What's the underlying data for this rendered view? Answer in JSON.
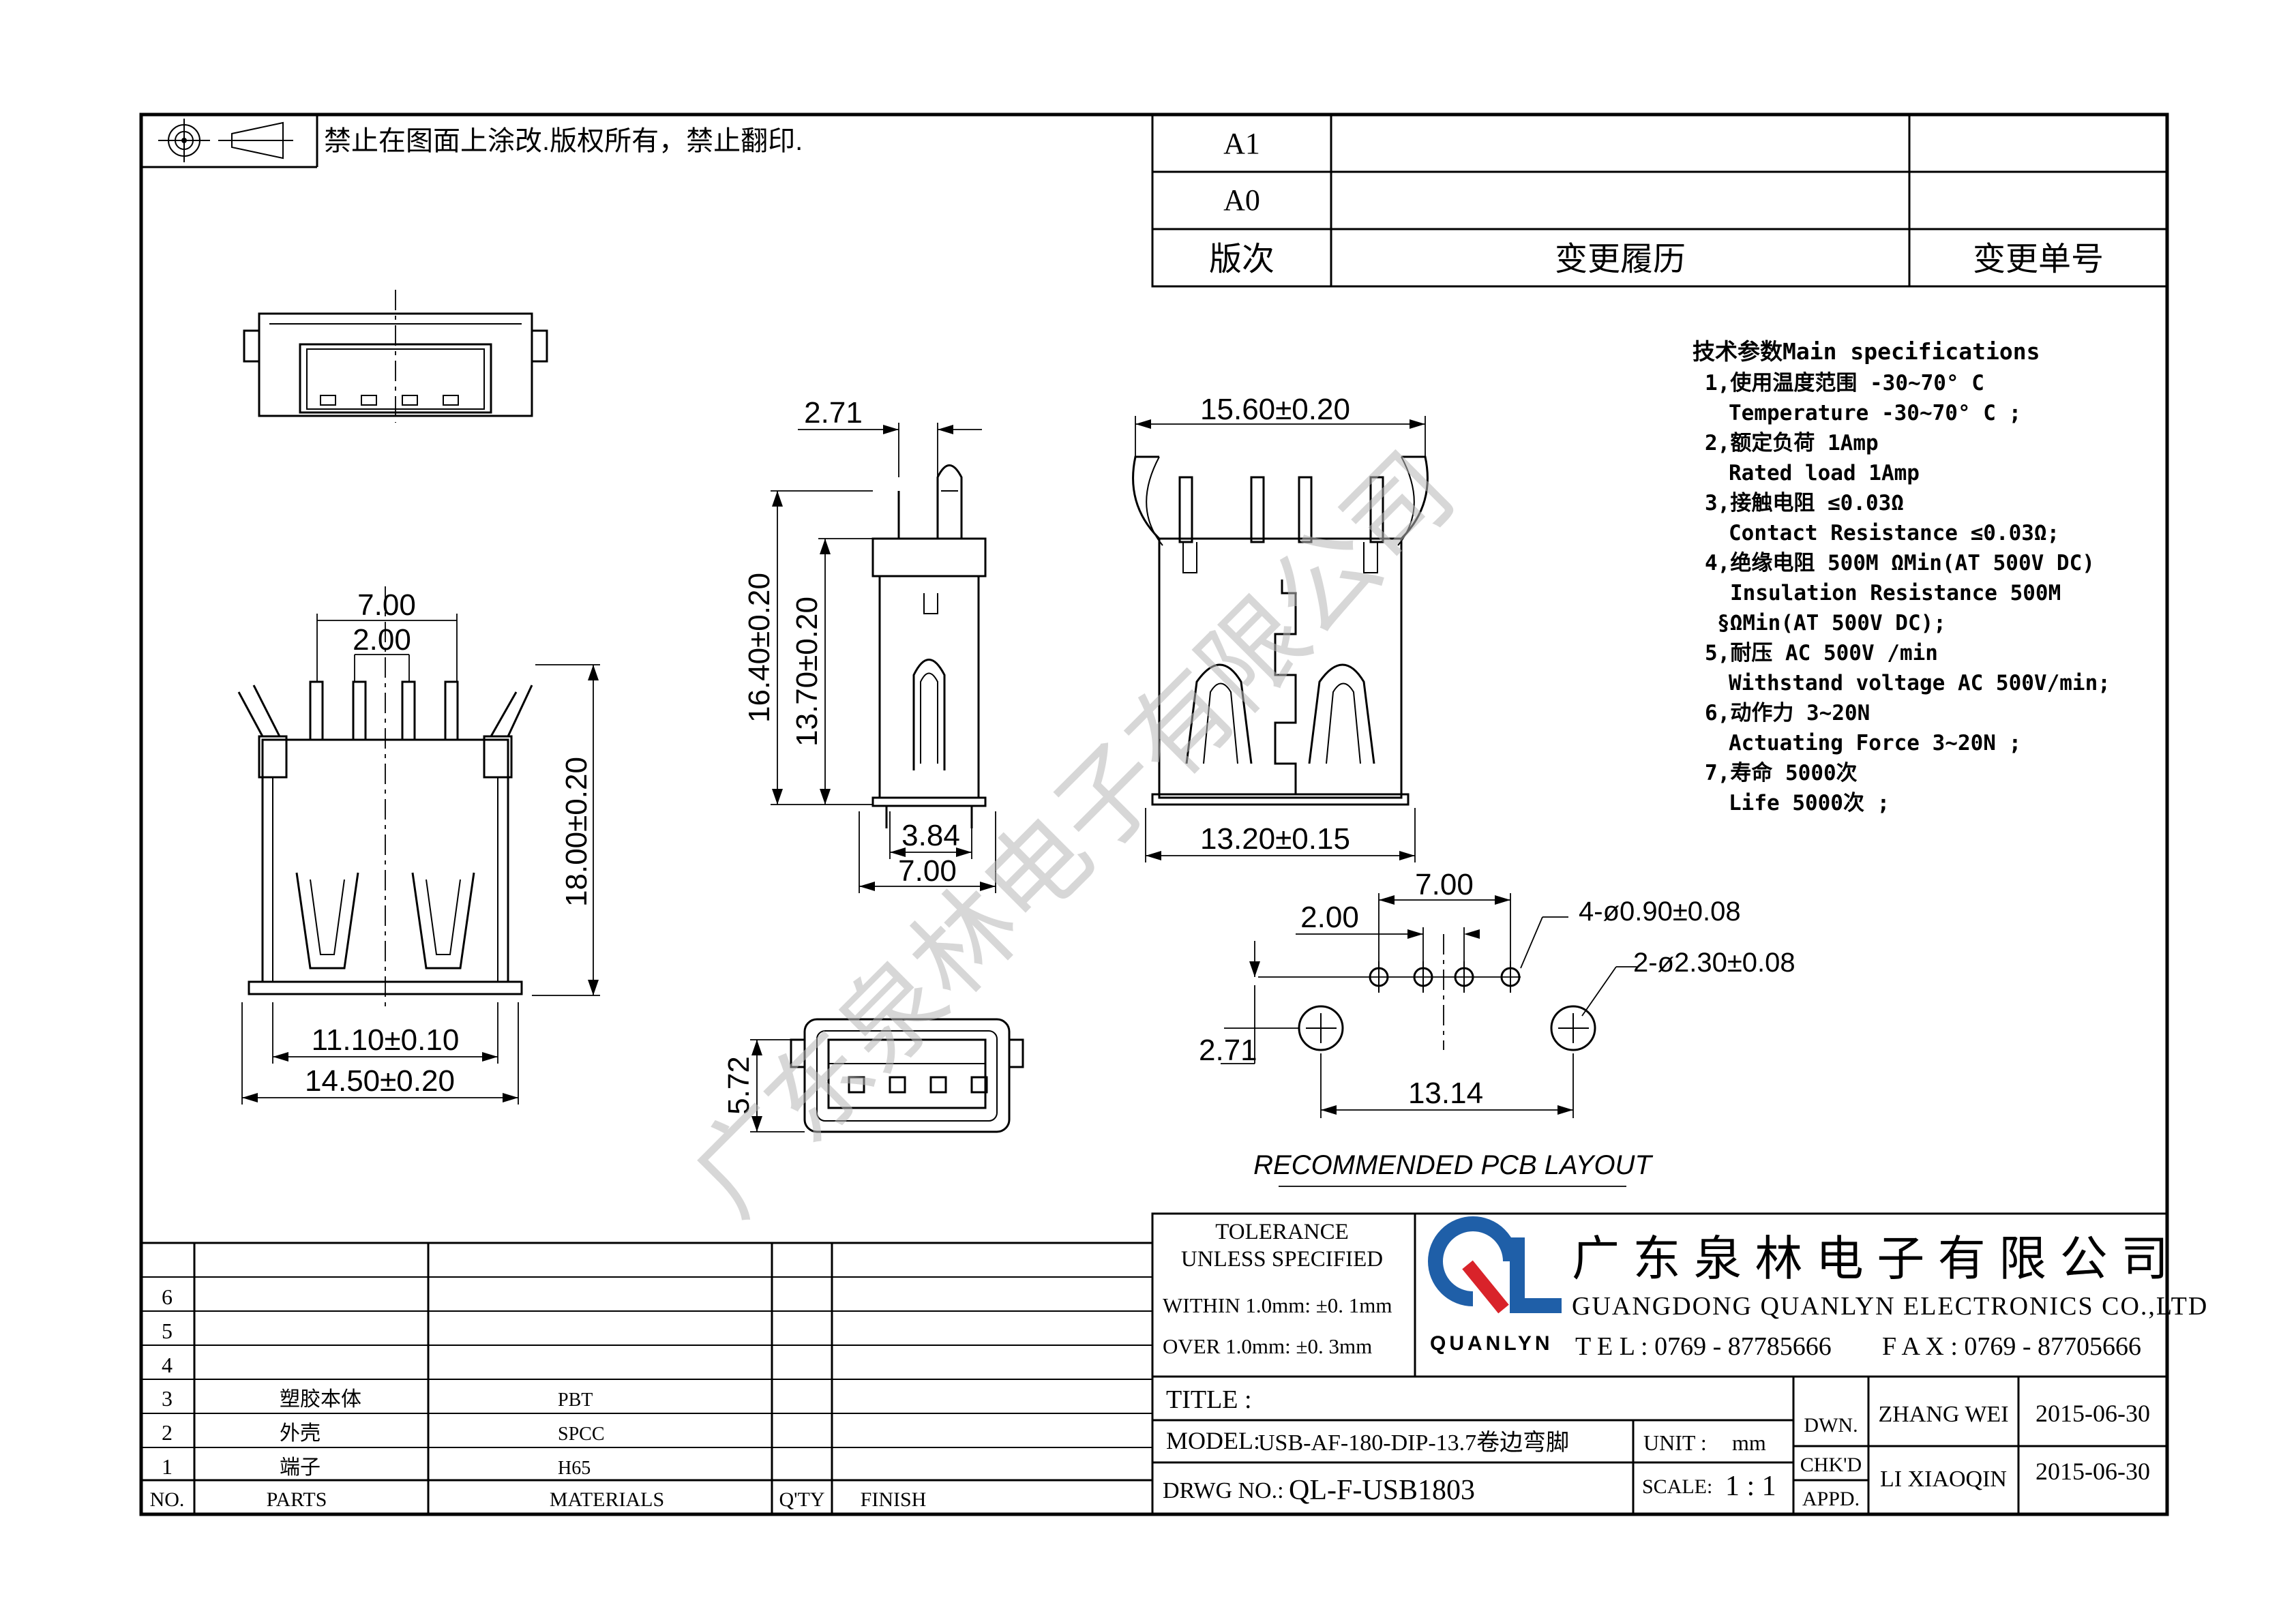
{
  "header": {
    "notice": "禁止在图面上涂改.版权所有，禁止翻印.",
    "rev_rows": [
      {
        "version": "A1",
        "history": "",
        "number": ""
      },
      {
        "version": "A0",
        "history": "",
        "number": ""
      }
    ],
    "rev_header": {
      "version": "版次",
      "history": "变更履历",
      "number": "变更单号"
    }
  },
  "dims": {
    "top_view": {
      "pitch_outer": "7.00",
      "pitch_inner": "2.00",
      "height": "18.00±0.20",
      "inner_width": "11.10±0.10",
      "outer_width": "14.50±0.20"
    },
    "side_view": {
      "tab": "2.71",
      "total_height": "16.40±0.20",
      "body_height": "13.70±0.20",
      "base": "3.84",
      "depth": "7.00"
    },
    "back_view": {
      "top_width": "15.60±0.20",
      "bottom_width": "13.20±0.15"
    },
    "front_view": {
      "height": "5.72"
    },
    "pcb": {
      "pitch_outer": "7.00",
      "pitch_inner": "2.00",
      "holes_small": "4-ø0.90±0.08",
      "holes_large": "2-ø2.30±0.08",
      "offset": "2.71",
      "span": "13.14",
      "title": "RECOMMENDED PCB LAYOUT"
    }
  },
  "specs": {
    "title": "技术参数Main specifications",
    "lines": [
      "1,使用温度范围 -30~70° C",
      "Temperature -30~70° C ;",
      "2,额定负荷  1Amp",
      "Rated load   1Amp",
      "3,接触电阻 ≤0.03Ω",
      "Contact Resistance ≤0.03Ω;",
      "4,绝缘电阻 500M ΩMin(AT 500V DC)",
      "Insulation Resistance  500M",
      "§ΩMin(AT 500V DC);",
      "5,耐压  AC 500V /min",
      "Withstand voltage  AC 500V/min;",
      "6,动作力  3~20N",
      "Actuating Force  3~20N ;",
      "7,寿命  5000次",
      "Life  5000次 ;"
    ]
  },
  "watermark": "广东泉林电子有限公司",
  "bom": {
    "rows": [
      {
        "no": "6",
        "part": "",
        "material": "",
        "qty": "",
        "finish": ""
      },
      {
        "no": "5",
        "part": "",
        "material": "",
        "qty": "",
        "finish": ""
      },
      {
        "no": "4",
        "part": "",
        "material": "",
        "qty": "",
        "finish": ""
      },
      {
        "no": "3",
        "part": "塑胶本体",
        "material": "PBT",
        "qty": "",
        "finish": ""
      },
      {
        "no": "2",
        "part": "外壳",
        "material": "SPCC",
        "qty": "",
        "finish": ""
      },
      {
        "no": "1",
        "part": "端子",
        "material": "H65",
        "qty": "",
        "finish": ""
      }
    ],
    "header": {
      "no": "NO.",
      "part": "PARTS",
      "material": "MATERIALS",
      "qty": "Q'TY",
      "finish": "FINISH"
    }
  },
  "tolerance": {
    "title1": "TOLERANCE",
    "title2": "UNLESS SPECIFIED",
    "within": "WITHIN 1.0mm: ±0. 1mm",
    "over": "OVER 1.0mm:   ±0. 3mm"
  },
  "company": {
    "cn_name": "广 东 泉 林 电 子 有 限 公 司",
    "en_name": "GUANGDONG QUANLYN ELECTRONICS CO.,LTD",
    "logo_text": "QUANLYN",
    "tel": "T E L : 0769 - 87785666",
    "fax": "F A X : 0769 - 87705666",
    "logo_colors": {
      "blue": "#1f5fa8",
      "red": "#d9232a"
    }
  },
  "titleblock": {
    "title_label": "TITLE :",
    "model_label": "MODEL:",
    "model_value": "USB-AF-180-DIP-13.7卷边弯脚",
    "drwg_label": "DRWG NO.:",
    "drwg_value": "QL-F-USB1803",
    "unit_label": "UNIT :",
    "unit_value": "mm",
    "scale_label": "SCALE:",
    "scale_value": "1 : 1",
    "dwn_label": "DWN.",
    "chk_label": "CHK'D",
    "appd_label": "APPD.",
    "dwn_name": "ZHANG WEI",
    "dwn_date": "2015-06-30",
    "chk_name": "LI XIAOQIN",
    "chk_date": "2015-06-30"
  }
}
